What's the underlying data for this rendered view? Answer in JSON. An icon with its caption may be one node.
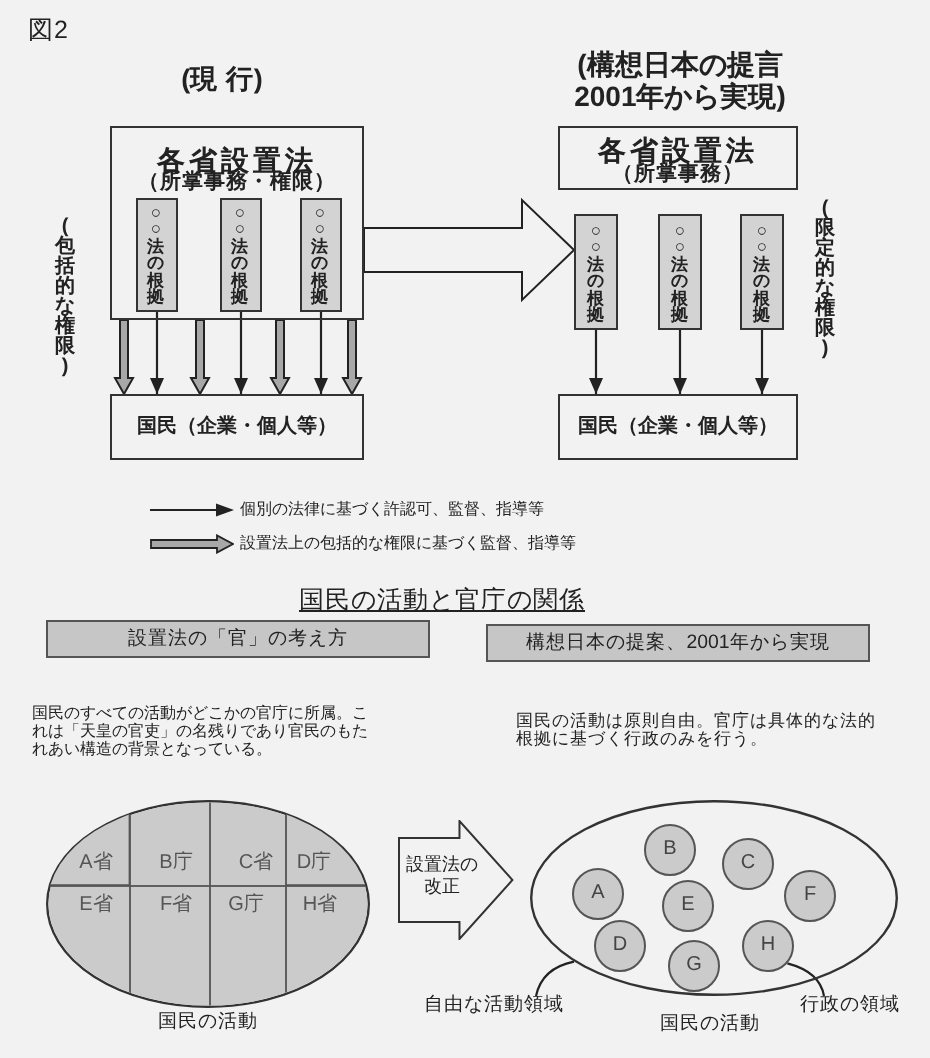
{
  "diagram": {
    "nodes": [
      {
        "text": [
          "各省設置法",
          "（所掌事務・権限）"
        ]
      },
      {
        "text": [
          "○○法の根拠"
        ],
        "in": 0
      },
      {
        "text": [
          "○○法の根拠"
        ],
        "in": 0
      },
      {
        "text": [
          "○○法の根拠"
        ],
        "in": 0
      },
      {
        "text": [
          "国民（企業・個人等）"
        ]
      },
      {
        "text": [
          "各省設置法",
          "（所掌事務）"
        ]
      },
      {
        "text": [
          "○○法の根拠"
        ]
      },
      {
        "text": [
          "○○法の根拠"
        ]
      },
      {
        "text": [
          "○○法の根拠"
        ]
      },
      {
        "text": [
          "国民（企業・個人等）"
        ]
      },
      {
        "text": [
          "設置法の「官」の考え方"
        ]
      },
      {
        "text": [],
        "shape": "ellipse",
        "beside": [
          "国民の活動"
        ]
      },
      {
        "text": [
          "A省"
        ],
        "in": 11
      },
      {
        "text": [
          "B庁"
        ],
        "in": 11
      },
      {
        "text": [
          "C省"
        ],
        "in": 11
      },
      {
        "text": [
          "D庁"
        ],
        "in": 11
      },
      {
        "text": [
          "E省"
        ],
        "in": 11
      },
      {
        "text": [
          "F省"
        ],
        "in": 11
      },
      {
        "text": [
          "G庁"
        ],
        "in": 11
      },
      {
        "text": [
          "H省"
        ],
        "in": 11
      },
      {
        "text": [
          "設置法の改正"
        ]
      },
      {
        "text": [
          "構想日本の提案、2001年から実現"
        ]
      },
      {
        "text": [],
        "shape": "ellipse",
        "beside": [
          "国民の活動"
        ]
      },
      {
        "text": [
          "B"
        ],
        "in": 22
      },
      {
        "text": [
          "C"
        ],
        "in": 22
      },
      {
        "text": [
          "A"
        ],
        "in": 22
      },
      {
        "text": [
          "E"
        ],
        "in": 22
      },
      {
        "text": [
          "F"
        ],
        "in": 22
      },
      {
        "text": [
          "D"
        ],
        "in": 22
      },
      {
        "text": [
          "H"
        ],
        "in": 22
      },
      {
        "text": [
          "G"
        ],
        "in": 22
      },
      {
        "text": [
          "自由な活動領域"
        ]
      },
      {
        "text": [
          "行政の領域"
        ]
      }
    ],
    "edges": [
      {
        "from": 1,
        "to": 4,
        "arrow": "to"
      },
      {
        "from": 2,
        "to": 4,
        "arrow": "to"
      },
      {
        "from": 3,
        "to": 4,
        "arrow": "to"
      },
      {
        "from": 0,
        "to": 4,
        "arrow": "to",
        "style": "thick",
        "color": "#a8a8a8"
      },
      {
        "from": 0,
        "to": 4,
        "arrow": "to",
        "style": "thick",
        "color": "#a8a8a8"
      },
      {
        "from": 0,
        "to": 4,
        "arrow": "to",
        "style": "thick",
        "color": "#a8a8a8"
      },
      {
        "from": 0,
        "to": 4,
        "arrow": "to",
        "style": "thick",
        "color": "#a8a8a8"
      },
      {
        "from": 0,
        "to": 6,
        "arrow": "to",
        "style": "thick"
      },
      {
        "from": 6,
        "to": 9,
        "arrow": "to"
      },
      {
        "from": 7,
        "to": 9,
        "arrow": "to"
      },
      {
        "from": 8,
        "to": 9,
        "arrow": "to"
      },
      {
        "from": 31,
        "to": 22,
        "arrow": "none"
      },
      {
        "from": 32,
        "to": 29,
        "arrow": "none"
      }
    ],
    "labels": [
      "図2",
      "(現 行)",
      "(構想日本の提言2001年から実現)",
      "(包括的な権限)",
      "(限定的な権限)",
      "国民の活動と官庁の関係",
      "国民のすべての活動がどこかの官庁に所属。これは「天皇の官吏」の名残りであり官民のもたれあい構造の背景となっている。",
      "国民の活動は原則自由。官庁は具体的な法的根拠に基づく行政のみを行う。"
    ],
    "legend": [
      {
        "text": "個別の法律に基づく許認可、監督、指導等"
      },
      {
        "text": "設置法上の包括的な権限に基づく監督、指導等"
      }
    ]
  }
}
